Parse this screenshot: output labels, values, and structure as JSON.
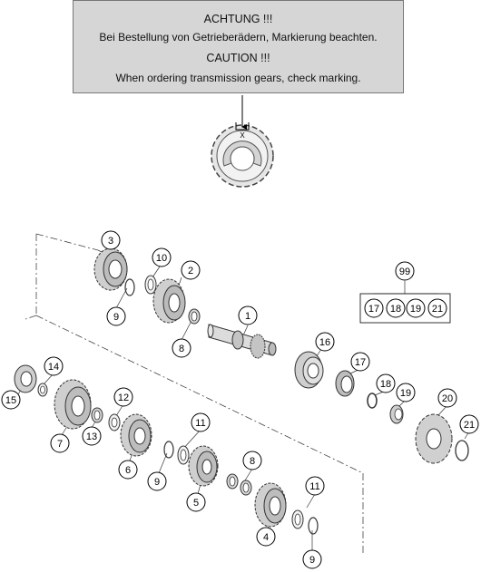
{
  "caution": {
    "de_title": "ACHTUNG !!!",
    "de_text": "Bei Bestellung von Getrieberädern, Markierung beachten.",
    "en_title": "CAUTION !!!",
    "en_text": "When ordering transmission gears, check marking."
  },
  "marking_label": "X",
  "callouts": {
    "c1": "1",
    "c2": "2",
    "c3": "3",
    "c4": "4",
    "c5": "5",
    "c6": "6",
    "c7": "7",
    "c8a": "8",
    "c8b": "8",
    "c9a": "9",
    "c9b": "9",
    "c9c": "9",
    "c10": "10",
    "c11a": "11",
    "c11b": "11",
    "c12": "12",
    "c13": "13",
    "c14": "14",
    "c15": "15",
    "c16": "16",
    "c17a": "17",
    "c18a": "18",
    "c19a": "19",
    "c20": "20",
    "c21a": "21",
    "c99": "99",
    "c17b": "17",
    "c18b": "18",
    "c19b": "19",
    "c21b": "21"
  }
}
